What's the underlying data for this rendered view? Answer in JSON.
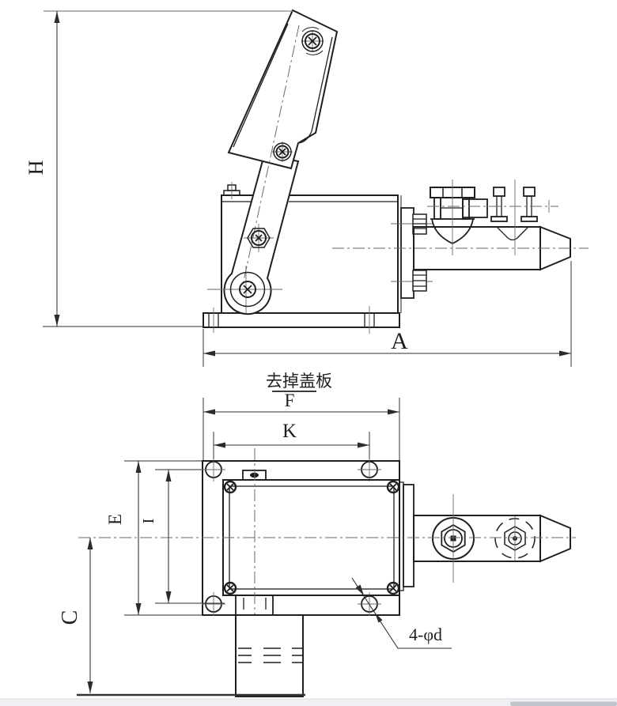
{
  "drawing": {
    "side_view": {
      "height_label": "H",
      "length_label": "A"
    },
    "plan_view": {
      "note": "去掉盖板",
      "width_label": "F",
      "hole_span_label": "K",
      "depth_label": "E",
      "hole_row_label": "I",
      "pipe_length_label": "C",
      "hole_callout": "4-φd"
    }
  },
  "colors": {
    "line": "#1f1f1f",
    "centerline": "#6a6a6a",
    "dimension": "#2b2b2b",
    "background": "#ffffff",
    "bottom_bar": "#eef0f4",
    "scrollbar_thumb": "#c1c4cb"
  }
}
